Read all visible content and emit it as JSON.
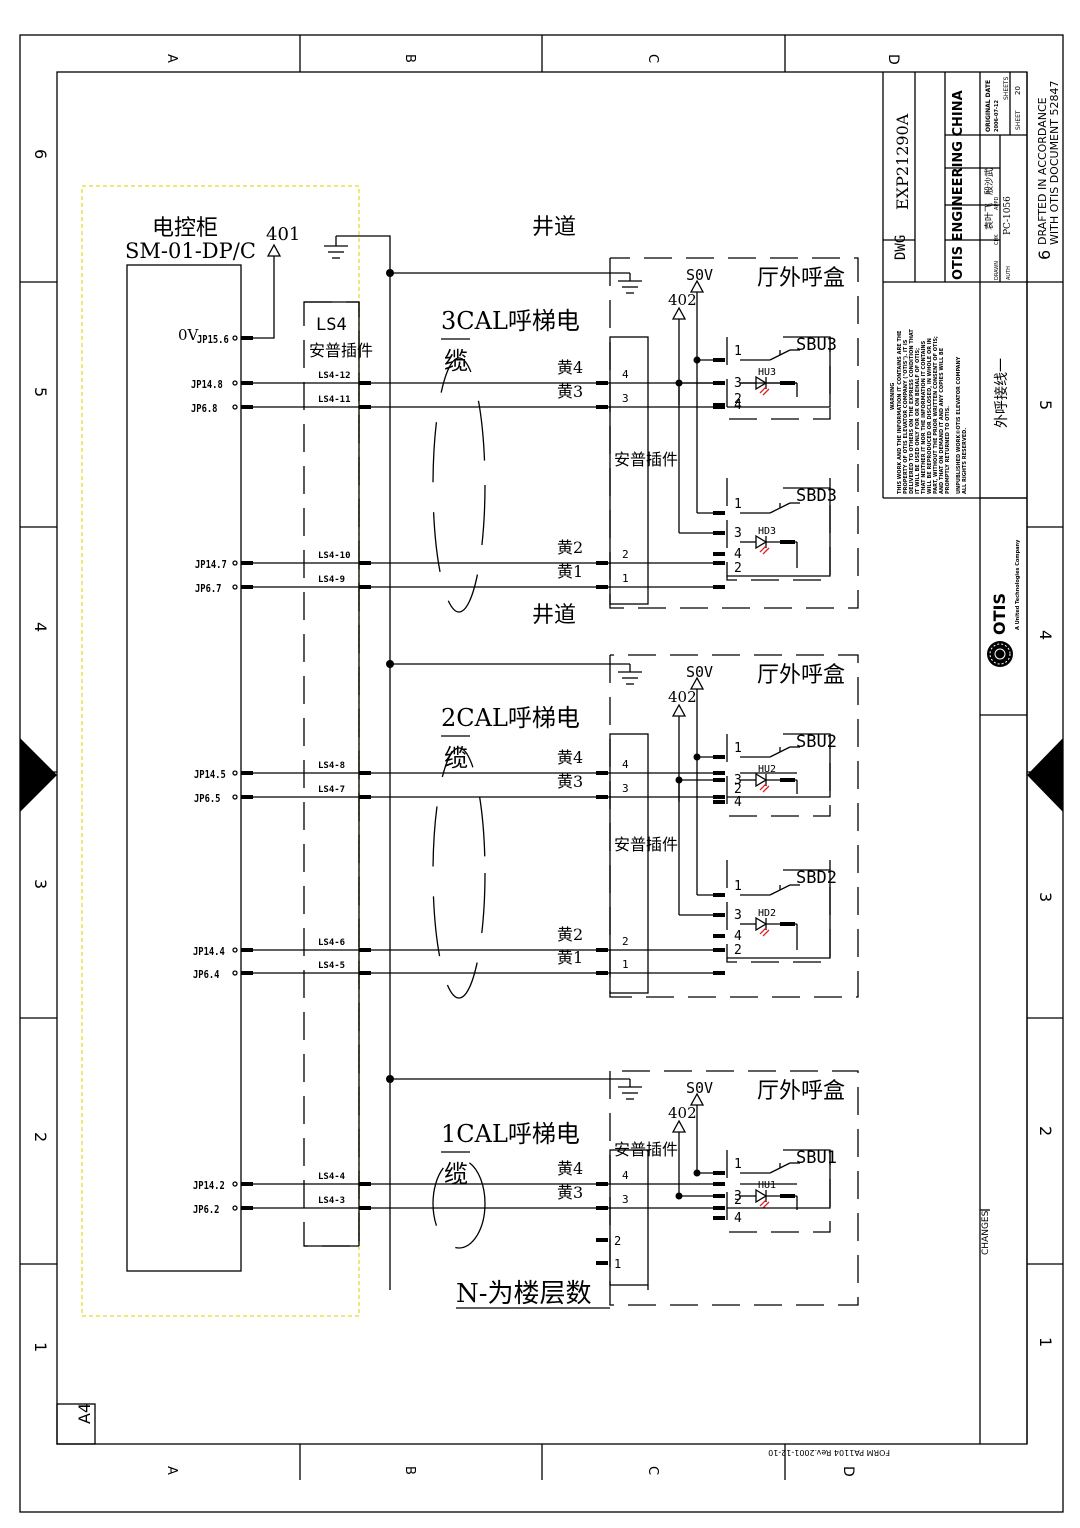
{
  "border": {
    "cols_top": [
      "A",
      "B",
      "C",
      "D"
    ],
    "cols_bottom": [
      "A",
      "B",
      "C",
      "D"
    ],
    "rows_left": [
      "6",
      "5",
      "4",
      "3",
      "2",
      "1"
    ],
    "rows_right": [
      "5",
      "4",
      "3",
      "2",
      "1"
    ],
    "size_label": "A4",
    "form_label": "FORM PA1104  Rev.2001-12-10"
  },
  "title_block": {
    "dwg_label": "DWG",
    "dwg_number": "EXP21290A",
    "company": "OTIS ENGINEERING CHINA",
    "drawn_label": "DRAWN",
    "drawn_name": "袁叶飞",
    "chk_label": "CHK",
    "chk_name": "殷沙武",
    "appd_label": "APPD",
    "auth_label": "AUTH",
    "auth_value": "PC-1056",
    "original_date_label": "ORIGINAL DATE",
    "original_date": "2006-07-12",
    "sheets_label": "SHEETS",
    "sheet_label": "SHEET",
    "sheet_no": "20",
    "sheet_col": "6",
    "drafted_1": "DRAFTED IN ACCORDANCE",
    "drafted_2": "WITH OTIS DOCUMENT 52847",
    "warning_title": "WARNING",
    "warning_lines": [
      "THIS WORK AND THE INFORMATION IT CONTAINS ARE THE",
      "PROPERTY OF OTIS ELEVATOR COMPANY (\"OTIS\"). IT IS",
      "DELIVERED TO OTHERS ON THE EXPRESS CONDITION THAT",
      "IT WILL BE USED ONLY FOR OR ON BEHALF OF OTIS;",
      "THAT NEITHER IT NOR THE INFORMATION IT CONTAINS",
      "WILL BE REPRODUCED OR DISCLOSED, IN WHOLE OR IN",
      "PART, WITHOUT THE PRIOR WRITTEN CONSENT OF OTIS;",
      "AND THAT ON DEMAND IT AND ANY COPIES WILL BE",
      "PROMPTLY RETURNED TO OTIS."
    ],
    "unpublished_1": "UNPUBLISHED WORK©OTIS ELEVATOR COMPANY",
    "unpublished_2": "ALL RIGHTS RESERVED.",
    "drawing_title": "外呼接线一",
    "changes_label": "CHANGES",
    "logo_text": "OTIS",
    "logo_sub": "A United Technologies Company"
  },
  "cabinet": {
    "title": "电控柜",
    "model": "SM-01-DP/C",
    "ref_401": "401",
    "zero_v": "0V",
    "pins": [
      "JP15.6",
      "JP14.8",
      "JP6.8",
      "JP14.7",
      "JP6.7",
      "JP14.5",
      "JP6.5",
      "JP14.4",
      "JP6.4",
      "JP14.2",
      "JP6.2"
    ]
  },
  "ls4": {
    "title": "LS4",
    "subtitle": "安普插件",
    "pins": [
      "LS4-12",
      "LS4-11",
      "LS4-10",
      "LS4-9",
      "LS4-8",
      "LS4-7",
      "LS4-6",
      "LS4-5",
      "LS4-4",
      "LS4-3"
    ]
  },
  "floors": [
    {
      "cable": "3CAL呼梯电",
      "cable2": "缆",
      "shaft_top": "井道",
      "shaft_bottom": "井道",
      "box": "厅外呼盒",
      "sov": "S0V",
      "ref402": "402",
      "wires": [
        "黄4",
        "黄3",
        "黄2",
        "黄1"
      ],
      "amp": "安普插件",
      "sbu": "SBU3",
      "hu": "HU3",
      "sbd": "SBD3",
      "hd": "HD3"
    },
    {
      "cable": "2CAL呼梯电",
      "cable2": "缆",
      "box": "厅外呼盒",
      "sov": "S0V",
      "ref402": "402",
      "wires": [
        "黄4",
        "黄3",
        "黄2",
        "黄1"
      ],
      "amp": "安普插件",
      "sbu": "SBU2",
      "hu": "HU2",
      "sbd": "SBD2",
      "hd": "HD2"
    },
    {
      "cable": "1CAL呼梯电",
      "cable2": "缆",
      "box": "厅外呼盒",
      "sov": "S0V",
      "ref402": "402",
      "wires": [
        "黄4",
        "黄3"
      ],
      "amp": "安普插件",
      "sbu": "SBU1",
      "hu": "HU1"
    }
  ],
  "pin_numbers": {
    "a": "1",
    "b": "2",
    "c": "3",
    "d": "4"
  },
  "note": "N-为楼层数"
}
